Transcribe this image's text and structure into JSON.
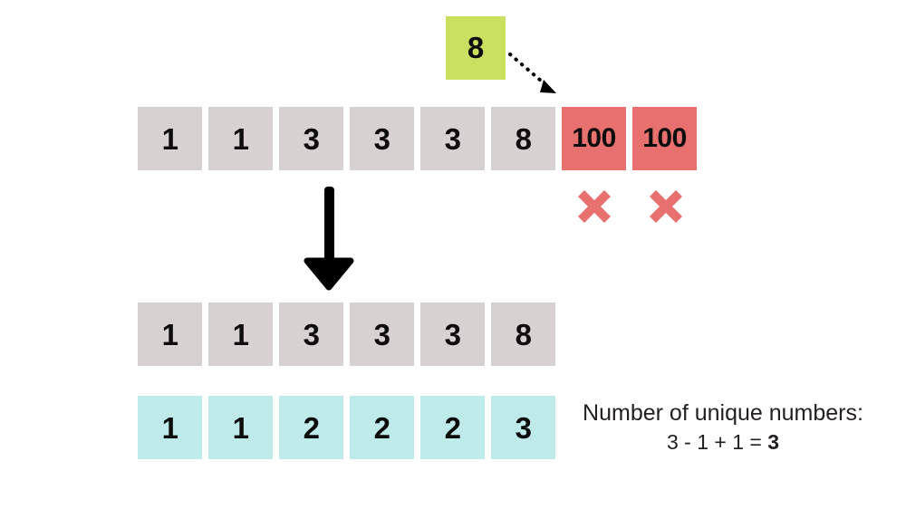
{
  "diagram": {
    "title_text": "",
    "colors": {
      "gray": "#d7d2d2",
      "red": "#e8706e",
      "cyan": "#bfeaea",
      "green": "#c9e061",
      "text": "#0d0d0d",
      "caption_text": "#231f20",
      "arrow": "#000000",
      "background": "#ffffff"
    },
    "input_value": {
      "label": "8"
    },
    "top_row": {
      "name": "array-with-out-of-range-values",
      "cells": [
        {
          "value": "1",
          "state": "kept"
        },
        {
          "value": "1",
          "state": "kept"
        },
        {
          "value": "3",
          "state": "kept"
        },
        {
          "value": "3",
          "state": "kept"
        },
        {
          "value": "3",
          "state": "kept"
        },
        {
          "value": "8",
          "state": "kept"
        },
        {
          "value": "100",
          "state": "removed"
        },
        {
          "value": "100",
          "state": "removed"
        }
      ]
    },
    "removal_marks": [
      {
        "label": "x-mark",
        "for_value": "100"
      },
      {
        "label": "x-mark",
        "for_value": "100"
      }
    ],
    "middle_row": {
      "name": "filtered-array",
      "cells": [
        {
          "value": "1"
        },
        {
          "value": "1"
        },
        {
          "value": "3"
        },
        {
          "value": "3"
        },
        {
          "value": "3"
        },
        {
          "value": "8"
        }
      ]
    },
    "count_row": {
      "name": "unique-count-array",
      "cells": [
        {
          "value": "1"
        },
        {
          "value": "1"
        },
        {
          "value": "2"
        },
        {
          "value": "2"
        },
        {
          "value": "2"
        },
        {
          "value": "3"
        }
      ]
    },
    "caption": {
      "line1": "Number of unique numbers:",
      "equation_prefix": "3 - 1 + 1 = ",
      "equation_result": "3"
    }
  }
}
